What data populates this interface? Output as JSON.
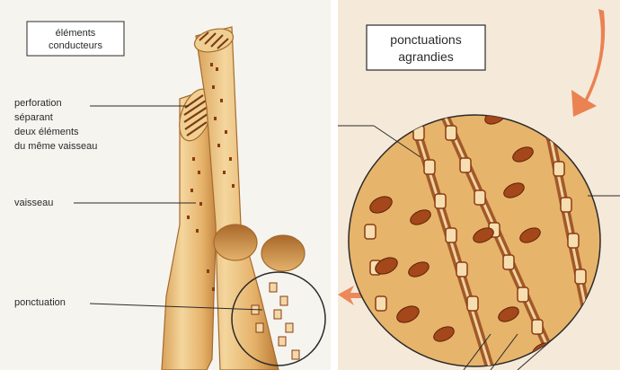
{
  "left_panel": {
    "box_label": [
      "éléments",
      "conducteurs"
    ],
    "labels": {
      "perforation": [
        "perforation",
        "séparant",
        "deux éléments",
        "du même vaisseau"
      ],
      "vaisseau": "vaisseau",
      "ponctuation": "ponctuation"
    }
  },
  "right_panel": {
    "box_label": [
      "ponctuations",
      "agrandies"
    ]
  },
  "colors": {
    "vessel_light": "#f0cf92",
    "vessel_mid": "#e3ad5e",
    "vessel_dark": "#b8742c",
    "pit": "#8a3b12",
    "arrow": "#e8703a",
    "circle_bg": "#e7b46b"
  }
}
